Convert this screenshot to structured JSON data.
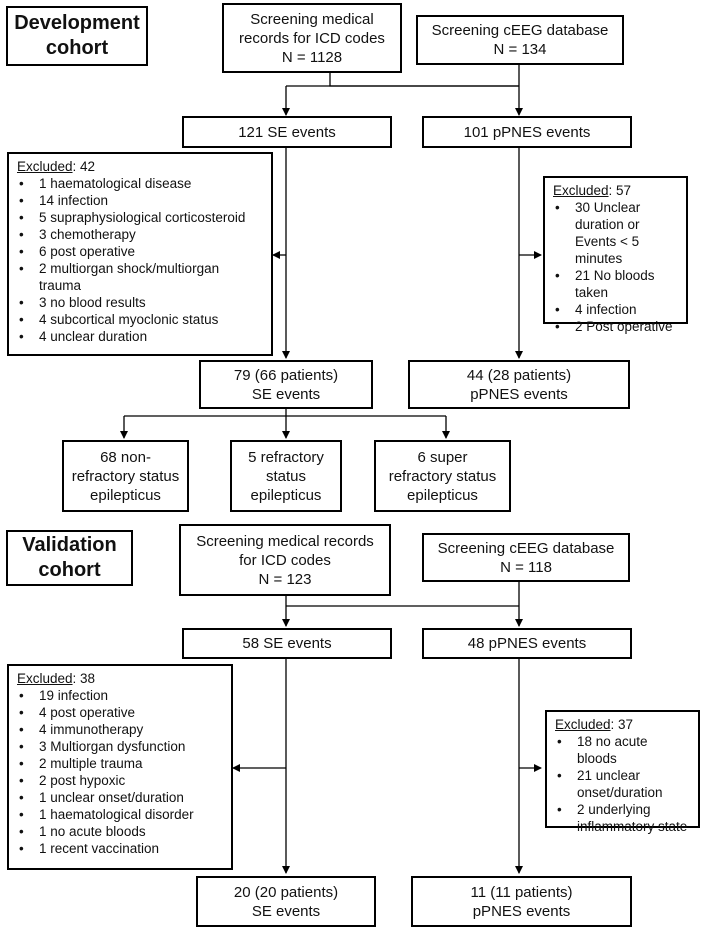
{
  "development": {
    "cohort_label_line1": "Development",
    "cohort_label_line2": "cohort",
    "screen_icd": [
      "Screening medical",
      "records for ICD codes",
      "N = 1128"
    ],
    "screen_ceeg": [
      "Screening cEEG database",
      "N = 134"
    ],
    "se_events": "121 SE events",
    "pnes_events": "101 pPNES events",
    "se_excluded": {
      "label": "Excluded",
      "count": ": 42",
      "items": [
        "1 haematological disease",
        "14 infection",
        "5 supraphysiological corticosteroid",
        "3 chemotherapy",
        "6 post operative",
        "2 multiorgan shock/multiorgan trauma",
        "3 no blood results",
        "4 subcortical myoclonic status",
        "4 unclear duration"
      ]
    },
    "pnes_excluded": {
      "label": "Excluded",
      "count": ": 57",
      "items": [
        "30 Unclear duration or Events < 5 minutes",
        "21 No bloods taken",
        "4 infection",
        "2 Post operative"
      ]
    },
    "se_final": [
      "79 (66 patients)",
      "SE events"
    ],
    "pnes_final": [
      "44 (28 patients)",
      "pPNES events"
    ],
    "subtypes": [
      [
        "68 non-",
        "refractory status",
        "epilepticus"
      ],
      [
        "5 refractory",
        "status",
        "epilepticus"
      ],
      [
        "6 super",
        "refractory status",
        "epilepticus"
      ]
    ]
  },
  "validation": {
    "cohort_label_line1": "Validation",
    "cohort_label_line2": "cohort",
    "screen_icd": [
      "Screening medical records",
      "for ICD codes",
      "N = 123"
    ],
    "screen_ceeg": [
      "Screening cEEG database",
      "N = 118"
    ],
    "se_events": "58 SE events",
    "pnes_events": "48 pPNES events",
    "se_excluded": {
      "label": "Excluded",
      "count": ": 38",
      "items": [
        "19 infection",
        "4 post operative",
        "4 immunotherapy",
        "3 Multiorgan dysfunction",
        "2 multiple trauma",
        "2 post hypoxic",
        "1 unclear onset/duration",
        "1 haematological disorder",
        "1 no acute bloods",
        "1 recent vaccination"
      ]
    },
    "pnes_excluded": {
      "label": "Excluded",
      "count": ": 37",
      "items": [
        "18 no acute bloods",
        "21 unclear onset/duration",
        "2 underlying inflammatory state"
      ]
    },
    "se_final": [
      "20 (20 patients)",
      "SE events"
    ],
    "pnes_final": [
      "11 (11 patients)",
      "pPNES events"
    ]
  }
}
